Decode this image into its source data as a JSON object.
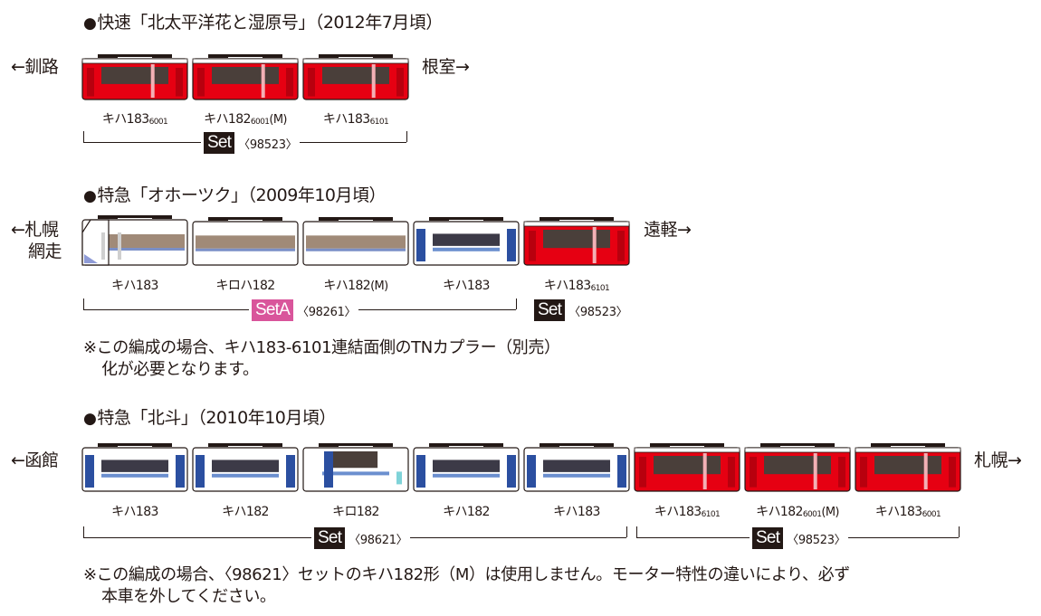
{
  "sections": [
    {
      "title": "快速「北太平洋花と湿原号」（2012年7月頃）",
      "left_dest": "←釧路",
      "right_dest": "根室→",
      "cars": [
        {
          "label": "キハ183",
          "sub": "6001",
          "suffix": "",
          "livery": "red"
        },
        {
          "label": "キハ182",
          "sub": "6001",
          "suffix": "(M)",
          "livery": "red"
        },
        {
          "label": "キハ183",
          "sub": "6101",
          "suffix": "",
          "livery": "red"
        }
      ],
      "sets": [
        {
          "badge": "Set",
          "number": "〈98523〉",
          "color": "black"
        }
      ]
    },
    {
      "title": "特急「オホーツク」（2009年10月頃）",
      "left_dest_line1": "←札幌",
      "left_dest_line2": "網走",
      "right_dest": "遠軽→",
      "cars": [
        {
          "label": "キハ183",
          "sub": "",
          "suffix": "",
          "livery": "okhotsk-cab"
        },
        {
          "label": "キロハ182",
          "sub": "",
          "suffix": "",
          "livery": "okhotsk"
        },
        {
          "label": "キハ182",
          "sub": "",
          "suffix": "(M)",
          "livery": "okhotsk"
        },
        {
          "label": "キハ183",
          "sub": "",
          "suffix": "",
          "livery": "hokuto-cab"
        },
        {
          "label": "キハ183",
          "sub": "6101",
          "suffix": "",
          "livery": "red"
        }
      ],
      "sets": [
        {
          "badge": "SetA",
          "number": "〈98261〉",
          "color": "pink"
        },
        {
          "badge": "Set",
          "number": "〈98523〉",
          "color": "black"
        }
      ],
      "note_line1": "※この編成の場合、キハ183-6101連結面側のTNカプラー（別売）",
      "note_line2": "化が必要となります。"
    },
    {
      "title": "特急「北斗」（2010年10月頃）",
      "left_dest": "←函館",
      "right_dest": "札幌→",
      "cars": [
        {
          "label": "キハ183",
          "sub": "",
          "suffix": "",
          "livery": "hokuto-cab"
        },
        {
          "label": "キハ182",
          "sub": "",
          "suffix": "",
          "livery": "hokuto"
        },
        {
          "label": "キロ182",
          "sub": "",
          "suffix": "",
          "livery": "hokuto-green"
        },
        {
          "label": "キハ182",
          "sub": "",
          "suffix": "",
          "livery": "hokuto"
        },
        {
          "label": "キハ183",
          "sub": "",
          "suffix": "",
          "livery": "hokuto-cab"
        },
        {
          "label": "キハ183",
          "sub": "6101",
          "suffix": "",
          "livery": "red"
        },
        {
          "label": "キハ182",
          "sub": "6001",
          "suffix": "(M)",
          "livery": "red"
        },
        {
          "label": "キハ183",
          "sub": "6001",
          "suffix": "",
          "livery": "red"
        }
      ],
      "sets": [
        {
          "badge": "Set",
          "number": "〈98621〉",
          "color": "black"
        },
        {
          "badge": "Set",
          "number": "〈98523〉",
          "color": "black"
        }
      ],
      "note_line1": "※この編成の場合、〈98621〉セットのキハ182形（M）は使用しません。モーター特性の違いにより、必ず",
      "note_line2": "本車を外してください。"
    }
  ],
  "colors": {
    "red": "#e60012",
    "dark_band": "#4a3f3a",
    "blue": "#2b4fa0",
    "brown_band": "#a08a78",
    "ink": "#231815",
    "pink": "#d9559b"
  }
}
